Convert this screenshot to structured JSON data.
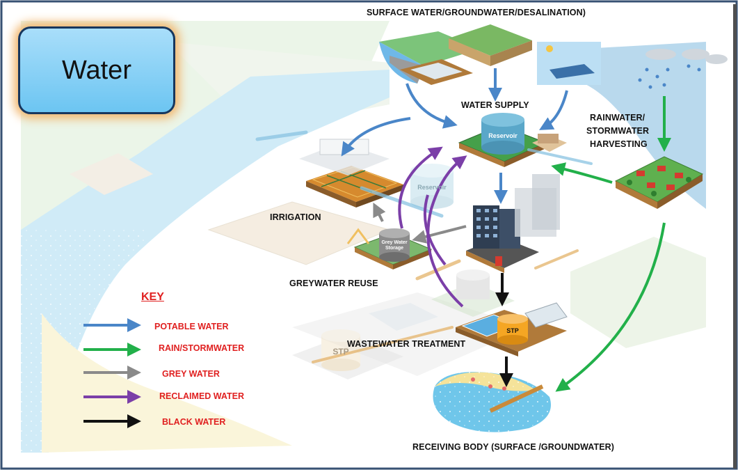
{
  "title": "Water",
  "labels": {
    "source": "SURFACE WATER/GROUNDWATER/DESALINATION)",
    "water_supply": "WATER SUPPLY",
    "rainwater_1": "RAINWATER/",
    "rainwater_2": "STORMWATER",
    "rainwater_3": "HARVESTING",
    "irrigation": "IRRIGATION",
    "greywater_reuse": "GREYWATER REUSE",
    "wastewater": "WASTEWATER TREATMENT",
    "receiving": "RECEIVING BODY (SURFACE /GROUNDWATER)"
  },
  "tank_labels": {
    "reservoir": "Reservoir",
    "reservoir_faded": "Reservoir",
    "grey_storage_1": "Grey Water",
    "grey_storage_2": "Storage",
    "stp": "STP",
    "stp_faded": "STP"
  },
  "key": {
    "title": "KEY",
    "items": [
      {
        "label": "POTABLE WATER",
        "color": "#4a86c8"
      },
      {
        "label": "RAIN/STORMWATER",
        "color": "#22b04a"
      },
      {
        "label": "GREY WATER",
        "color": "#8a8a8a"
      },
      {
        "label": "RECLAIMED WATER",
        "color": "#7b3fa8"
      },
      {
        "label": "BLACK WATER",
        "color": "#111111"
      }
    ],
    "label_color": "#e02020"
  }
}
